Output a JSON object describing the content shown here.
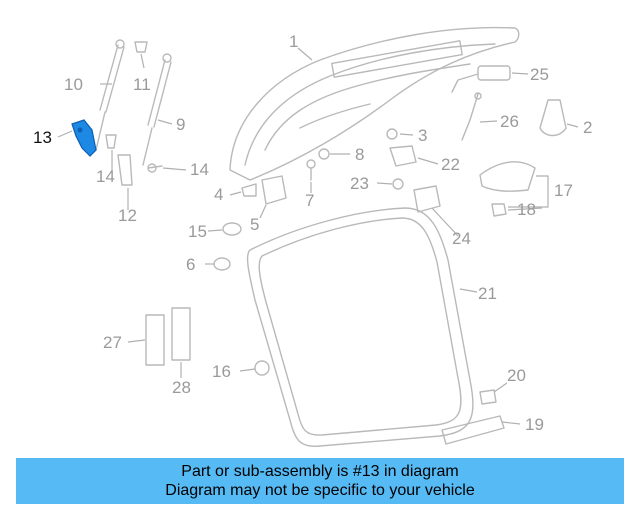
{
  "diagram": {
    "highlight_color": "#1e88e5",
    "callouts": [
      "1",
      "2",
      "3",
      "4",
      "5",
      "6",
      "7",
      "8",
      "9",
      "10",
      "11",
      "12",
      "13",
      "14",
      "14",
      "15",
      "16",
      "17",
      "18",
      "19",
      "20",
      "21",
      "22",
      "23",
      "24",
      "25",
      "26",
      "27",
      "28"
    ],
    "highlighted_callout": "13"
  },
  "footer": {
    "line1": "Part or sub-assembly is #13 in diagram",
    "line2": "Diagram may not be specific to your vehicle",
    "background": "#56baf5"
  }
}
